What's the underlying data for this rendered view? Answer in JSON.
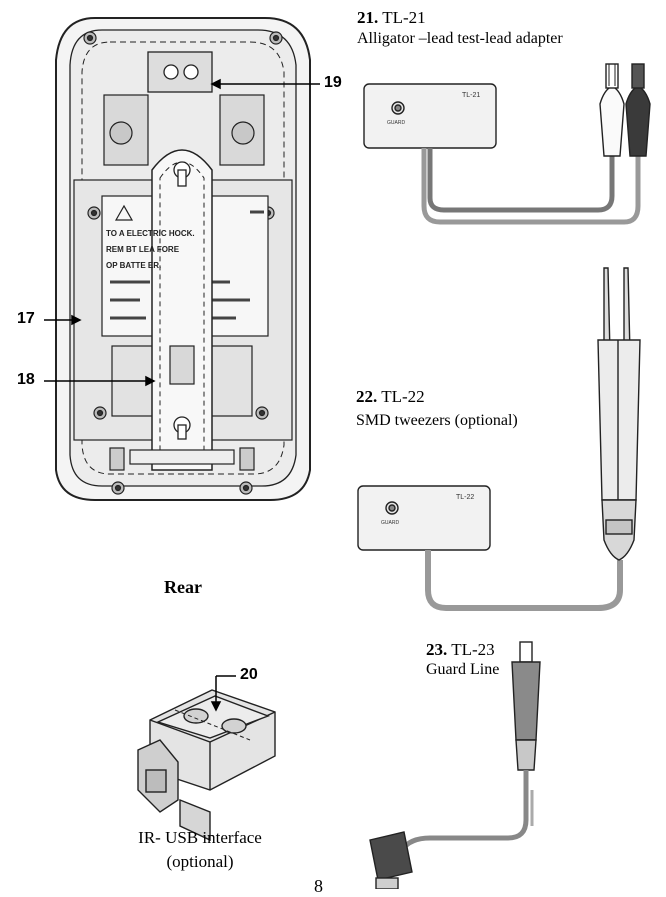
{
  "rear_view": {
    "caption": "Rear",
    "callouts": {
      "c17": "17",
      "c18": "18",
      "c19": "19"
    },
    "warning_label": {
      "line1": "TO A   ELECTRIC   HOCK.",
      "line2": "REM   BT LEA   FORE",
      "line3": "OP   BATTE   ER."
    }
  },
  "usb_interface": {
    "callout": "20",
    "caption_line1": "IR- USB interface",
    "caption_line2": "(optional)"
  },
  "accessories": [
    {
      "number": "21.",
      "model": "TL-21",
      "description": "Alligator –lead test-lead adapter",
      "box_label": "TL-21",
      "guard_label": "GUARD"
    },
    {
      "number": "22.",
      "model": "TL-22",
      "description": "SMD tweezers (optional)",
      "box_label": "TL-22",
      "guard_label": "GUARD"
    },
    {
      "number": "23.",
      "model": "TL-23",
      "description": "Guard Line"
    }
  ],
  "page_number": "8"
}
